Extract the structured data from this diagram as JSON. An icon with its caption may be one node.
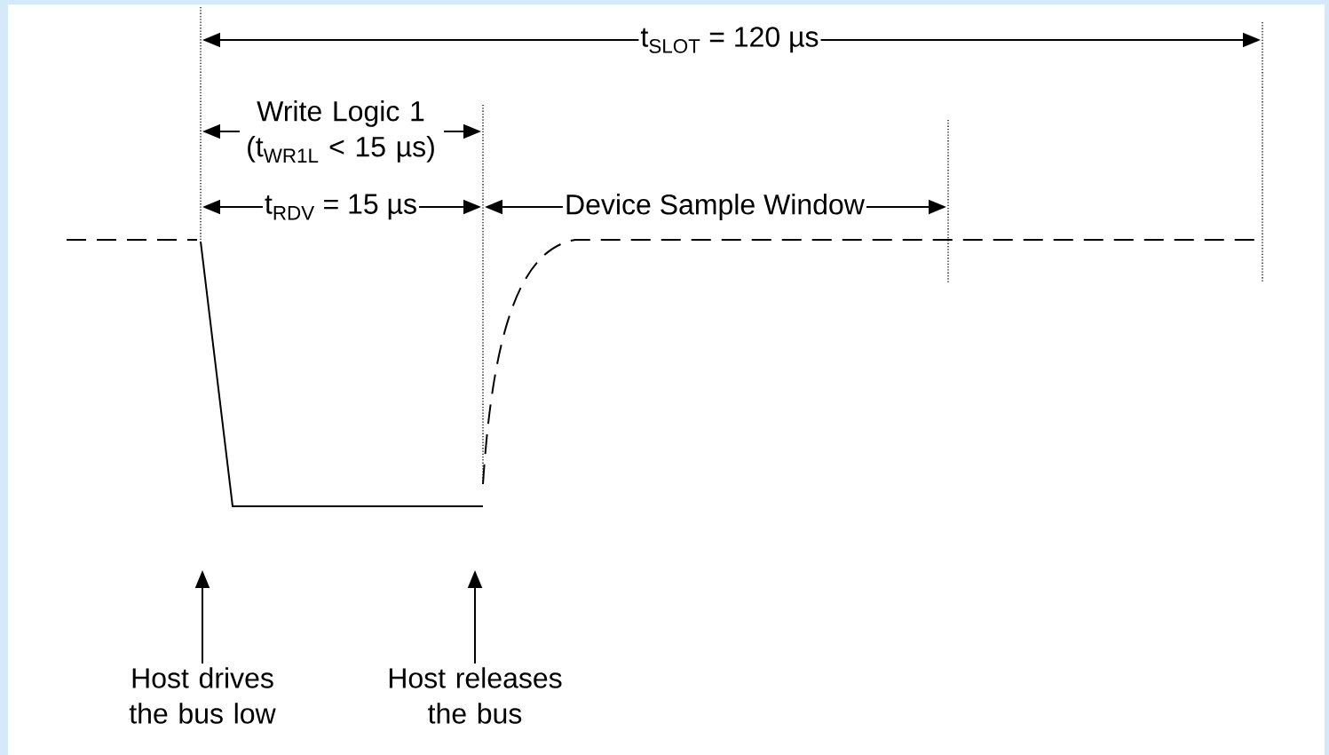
{
  "diagram": {
    "nodes": [
      {
        "text": [
          "Host drives the bus low"
        ]
      },
      {
        "text": [
          "Host releases the bus"
        ]
      }
    ],
    "edges": [
      {
        "from": 0,
        "to": null,
        "arrow": "to"
      },
      {
        "from": 1,
        "to": null,
        "arrow": "to"
      }
    ],
    "labels": [
      "t$_{SLOT}$ = 120 µs",
      "Write Logic 1 (t$_{WR1L}$ < 15 µs)",
      "t$_{RDV}$ = 15 µs",
      "Device Sample Window"
    ]
  }
}
